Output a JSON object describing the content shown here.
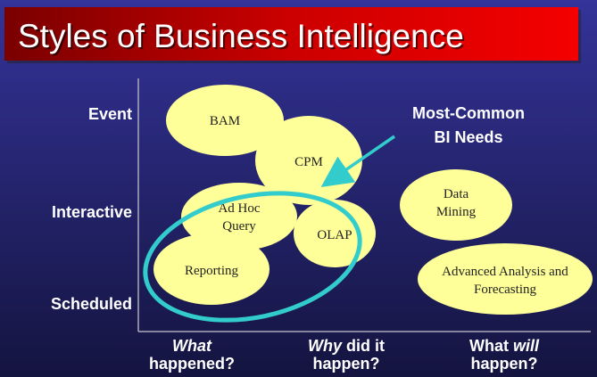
{
  "title": "Styles of Business Intelligence",
  "y_axis": [
    "Event",
    "Interactive",
    "Scheduled"
  ],
  "x_axis": [
    {
      "line1_em": "What",
      "line1_rest": "",
      "line2": "happened?"
    },
    {
      "line1_em": "Why",
      "line1_rest": " did it",
      "line2": "happen?"
    },
    {
      "line1_pre": "What ",
      "line1_em": "will",
      "line2": "happen?"
    }
  ],
  "callout": {
    "line1": "Most-Common",
    "line2": "BI Needs"
  },
  "bubbles": {
    "bam": [
      "BAM"
    ],
    "cpm": [
      "CPM"
    ],
    "adhoc": [
      "Ad Hoc",
      "Query"
    ],
    "olap": [
      "OLAP"
    ],
    "reporting": [
      "Reporting"
    ],
    "mining": [
      "Data",
      "Mining"
    ],
    "advanced": [
      "Advanced Analysis and",
      "Forecasting"
    ]
  },
  "colors": {
    "bubble": "#ffff99",
    "ring": "#33cccc",
    "title_red": "#ee0000",
    "bg_top": "#333399",
    "bg_bottom": "#141440"
  }
}
